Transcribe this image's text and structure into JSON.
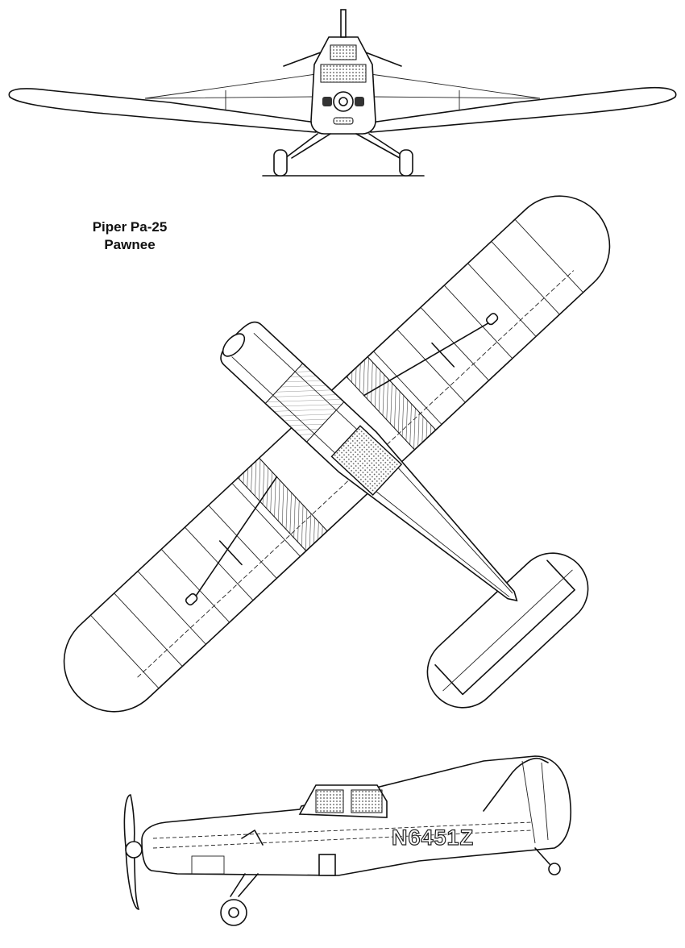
{
  "title": {
    "line1": "Piper Pa-25",
    "line2": "Pawnee"
  },
  "side_view": {
    "registration": "N6451Z"
  }
}
